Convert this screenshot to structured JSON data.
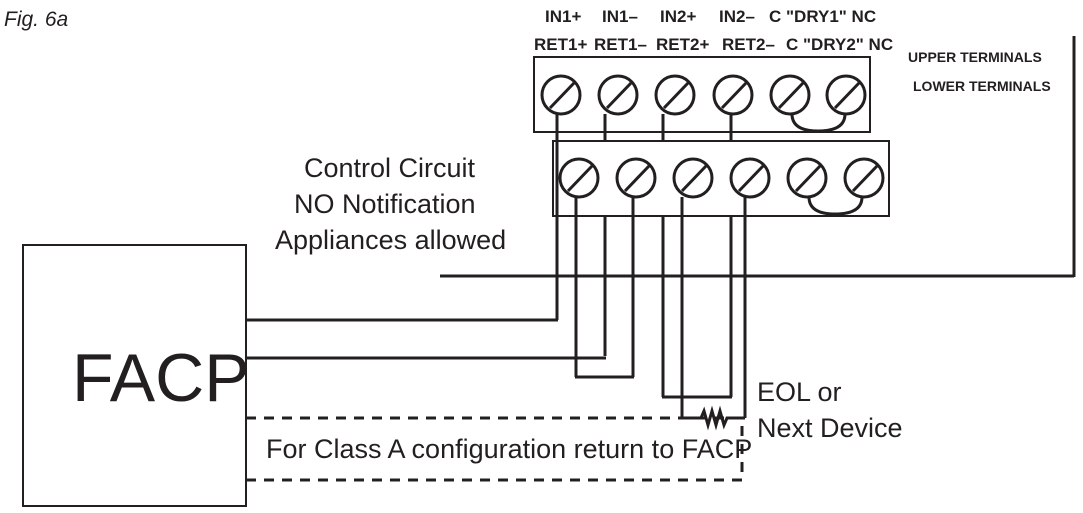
{
  "figure_label": "Fig. 6a",
  "upper_terminal_labels": [
    "IN1+",
    "IN1–",
    "IN2+",
    "IN2–",
    "C \"DRY1\" NC"
  ],
  "lower_terminal_labels": [
    "RET1+",
    "RET1–",
    "RET2+",
    "RET2–",
    "C \"DRY2\" NC"
  ],
  "upper_terminals_caption": "UPPER TERMINALS",
  "lower_terminals_caption": "LOWER TERMINALS",
  "control_circuit_note": [
    "Control Circuit",
    "NO Notification",
    "Appliances allowed"
  ],
  "facp_label": "FACP",
  "eol_label": [
    "EOL or",
    "Next Device"
  ],
  "class_a_note": "For Class A configuration return to FACP"
}
